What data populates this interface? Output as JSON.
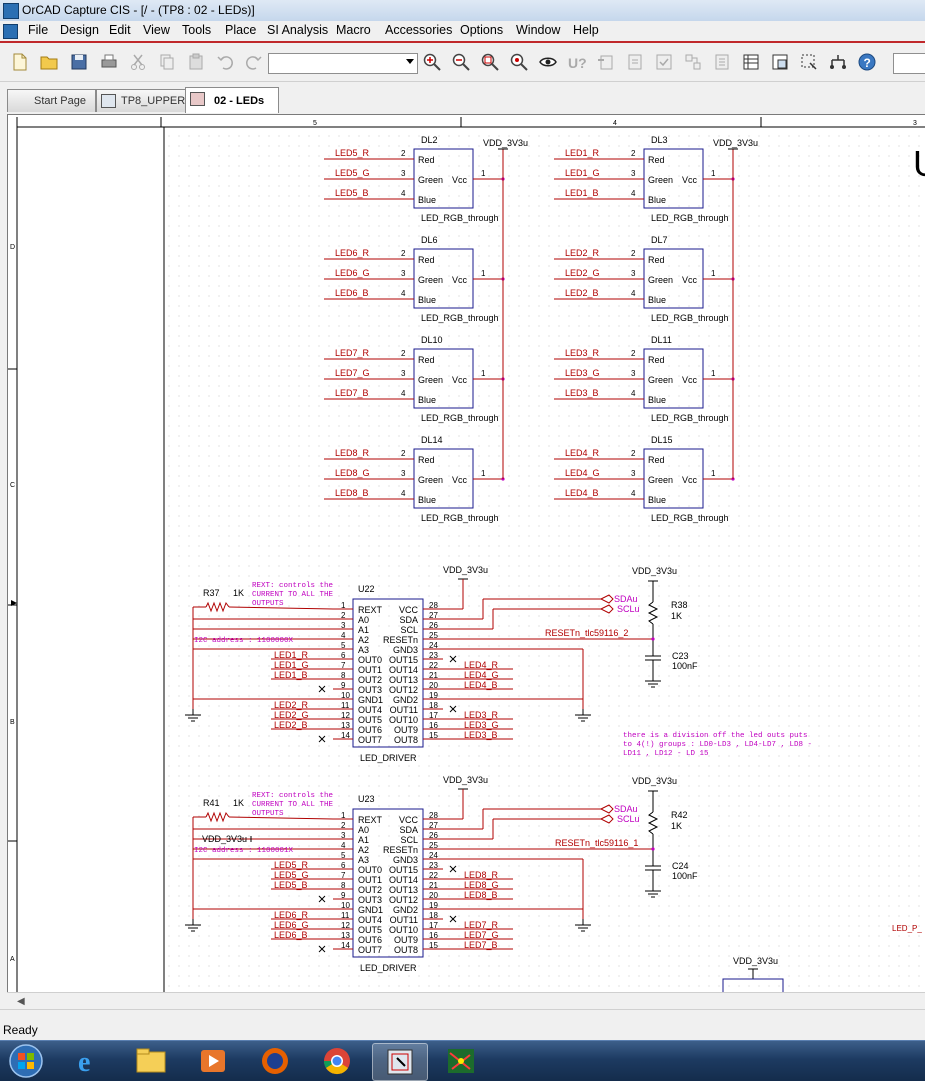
{
  "window": {
    "title": "OrCAD Capture CIS - [/ - (TP8 : 02 - LEDs)]"
  },
  "menu": [
    "File",
    "Design",
    "Edit",
    "View",
    "Tools",
    "Place",
    "SI Analysis",
    "Macro",
    "Accessories",
    "Options",
    "Window",
    "Help"
  ],
  "toolbar": {
    "zoom_value": "",
    "icons": [
      "new-file-icon",
      "open-folder-icon",
      "save-icon",
      "print-icon",
      "cut-icon",
      "copy-icon",
      "paste-icon",
      "undo-icon",
      "redo-icon",
      "zoom-in-icon",
      "zoom-out-icon",
      "zoom-area-icon",
      "zoom-all-icon",
      "visibility-icon",
      "annotate-icon",
      "back-annotate-icon",
      "update-properties-icon",
      "design-rules-icon",
      "netlist-icon",
      "cross-reference-icon",
      "bill-of-materials-icon",
      "snap-grid-icon",
      "area-select-icon",
      "drag-icon",
      "hierarchy-icon",
      "help-icon"
    ]
  },
  "tabs": [
    {
      "label": "Start Page"
    },
    {
      "label": "TP8_UPPER"
    },
    {
      "label": "02 - LEDs",
      "active": true
    }
  ],
  "schematic": {
    "ruler_top": [
      "5",
      "4",
      "3"
    ],
    "ruler_left": [
      "D",
      "C",
      "B",
      "A"
    ],
    "vdd": "VDD_3V3u",
    "led_part": {
      "pins": [
        "Red",
        "Green",
        "Blue",
        "Vcc"
      ],
      "pin_numbers": [
        "2",
        "3",
        "4",
        "1"
      ],
      "value": "LED_RGB_through"
    },
    "leds": [
      {
        "ref": "DL2",
        "nets": [
          "LED5_R",
          "LED5_G",
          "LED5_B"
        ]
      },
      {
        "ref": "DL3",
        "nets": [
          "LED1_R",
          "LED1_G",
          "LED1_B"
        ]
      },
      {
        "ref": "DL6",
        "nets": [
          "LED6_R",
          "LED6_G",
          "LED6_B"
        ]
      },
      {
        "ref": "DL7",
        "nets": [
          "LED2_R",
          "LED2_G",
          "LED2_B"
        ]
      },
      {
        "ref": "DL10",
        "nets": [
          "LED7_R",
          "LED7_G",
          "LED7_B"
        ]
      },
      {
        "ref": "DL11",
        "nets": [
          "LED3_R",
          "LED3_G",
          "LED3_B"
        ]
      },
      {
        "ref": "DL14",
        "nets": [
          "LED8_R",
          "LED8_G",
          "LED8_B"
        ]
      },
      {
        "ref": "DL15",
        "nets": [
          "LED4_R",
          "LED4_G",
          "LED4_B"
        ]
      }
    ],
    "driver_left_pins": [
      {
        "n": "1",
        "name": "REXT"
      },
      {
        "n": "2",
        "name": "A0"
      },
      {
        "n": "3",
        "name": "A1"
      },
      {
        "n": "4",
        "name": "A2"
      },
      {
        "n": "5",
        "name": "A3"
      },
      {
        "n": "6",
        "name": "OUT0"
      },
      {
        "n": "7",
        "name": "OUT1"
      },
      {
        "n": "8",
        "name": "OUT2"
      },
      {
        "n": "9",
        "name": "OUT3"
      },
      {
        "n": "10",
        "name": "GND1"
      },
      {
        "n": "11",
        "name": "OUT4"
      },
      {
        "n": "12",
        "name": "OUT5"
      },
      {
        "n": "13",
        "name": "OUT6"
      },
      {
        "n": "14",
        "name": "OUT7"
      }
    ],
    "driver_right_pins": [
      {
        "n": "28",
        "name": "VCC"
      },
      {
        "n": "27",
        "name": "SDA"
      },
      {
        "n": "26",
        "name": "SCL"
      },
      {
        "n": "25",
        "name": "RESETn"
      },
      {
        "n": "24",
        "name": "GND3"
      },
      {
        "n": "23",
        "name": "OUT15"
      },
      {
        "n": "22",
        "name": "OUT14"
      },
      {
        "n": "21",
        "name": "OUT13"
      },
      {
        "n": "20",
        "name": "OUT12"
      },
      {
        "n": "19",
        "name": "GND2"
      },
      {
        "n": "18",
        "name": "OUT11"
      },
      {
        "n": "17",
        "name": "OUT10"
      },
      {
        "n": "16",
        "name": "OUT9"
      },
      {
        "n": "15",
        "name": "OUT8"
      }
    ],
    "drivers": [
      {
        "ref": "U22",
        "value": "LED_DRIVER",
        "res_ref": "R37",
        "res_val": "1K",
        "note": [
          "REXT: controls the",
          "CURRENT TO ALL THE",
          "OUTPUTS"
        ],
        "i2c": "I2C address : 1100000X",
        "vdd_label": "",
        "left_nets": [
          "",
          "",
          "",
          "",
          "",
          "LED1_R",
          "LED1_G",
          "LED1_B",
          "",
          "",
          "LED2_R",
          "LED2_G",
          "LED2_B",
          ""
        ],
        "right_nets": [
          "",
          "",
          "",
          "",
          "",
          "",
          "LED4_R",
          "LED4_G",
          "LED4_B",
          "",
          "",
          "LED3_R",
          "LED3_G",
          "LED3_B"
        ],
        "sda": "SDAu",
        "scl": "SCLu",
        "reset": "RESETn_tlc59116_2",
        "r_pull": "R38",
        "r_pull_val": "1K",
        "cap": "C23",
        "cap_val": "100nF"
      },
      {
        "ref": "U23",
        "value": "LED_DRIVER",
        "res_ref": "R41",
        "res_val": "1K",
        "note": [
          "REXT: controls the",
          "CURRENT TO ALL THE",
          "OUTPUTS"
        ],
        "i2c": "I2C address : 1100001X",
        "vdd_label": "VDD_3V3u",
        "left_nets": [
          "",
          "",
          "",
          "",
          "",
          "LED5_R",
          "LED5_G",
          "LED5_B",
          "",
          "",
          "LED6_R",
          "LED6_G",
          "LED6_B",
          ""
        ],
        "right_nets": [
          "",
          "",
          "",
          "",
          "",
          "",
          "LED8_R",
          "LED8_G",
          "LED8_B",
          "",
          "",
          "LED7_R",
          "LED7_G",
          "LED7_B"
        ],
        "sda": "SDAu",
        "scl": "SCLu",
        "reset": "RESETn_tlc59116_1",
        "r_pull": "R42",
        "r_pull_val": "1K",
        "cap": "C24",
        "cap_val": "100nF"
      }
    ],
    "division_note": [
      "there is a division off the led outs puts",
      "to 4(!) groups : LD0-LD3 , LD4-LD7 , LD8 -",
      "LD11 , LD12 - LD 15"
    ],
    "offpage_label": "LED_P_",
    "partial_title": "U"
  },
  "status": {
    "text": "Ready"
  },
  "taskbar": [
    "start-button",
    "internet-explorer-icon",
    "file-explorer-icon",
    "media-player-icon",
    "firefox-icon",
    "chrome-icon",
    "orcad-capture-icon",
    "pcb-editor-icon"
  ]
}
